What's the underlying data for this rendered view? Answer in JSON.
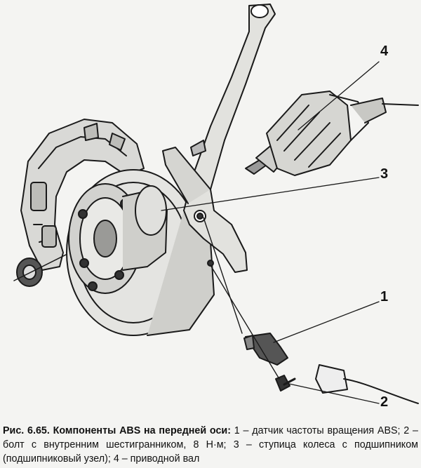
{
  "figure": {
    "callouts": {
      "c1": "1",
      "c2": "2",
      "c3": "3",
      "c4": "4"
    },
    "parts": [
      {
        "id": "abs-sensor",
        "number": "1"
      },
      {
        "id": "hex-bolt",
        "number": "2"
      },
      {
        "id": "wheel-hub-bearing",
        "number": "3"
      },
      {
        "id": "drive-shaft",
        "number": "4"
      }
    ]
  },
  "caption": {
    "lead": "Рис. 6.65. Компоненты ABS на передней оси:",
    "body": " 1 – датчик частоты вращения ABS; 2 – болт с внутренним шестигранником, 8 Н·м; 3 – ступица колеса с подшипником (подшипниковый узел); 4 – приводной вал"
  }
}
